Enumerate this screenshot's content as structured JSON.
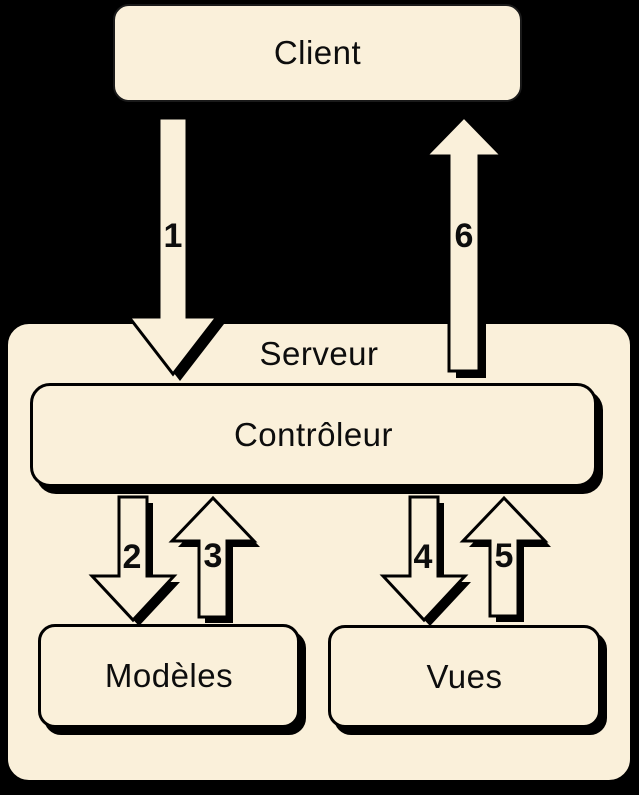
{
  "diagram": {
    "type": "flow-diagram",
    "colors": {
      "background": "#000000",
      "node_fill": "#FAF0DA",
      "outline": "#000000",
      "text": "#0D0D0D"
    },
    "nodes": {
      "client": {
        "label": "Client"
      },
      "server": {
        "label": "Serveur"
      },
      "controller": {
        "label": "Contrôleur"
      },
      "models": {
        "label": "Modèles"
      },
      "views": {
        "label": "Vues"
      }
    },
    "arrows": {
      "a1": {
        "label": "1",
        "from": "Client",
        "to": "Contrôleur",
        "direction": "down"
      },
      "a2": {
        "label": "2",
        "from": "Contrôleur",
        "to": "Modèles",
        "direction": "down"
      },
      "a3": {
        "label": "3",
        "from": "Modèles",
        "to": "Contrôleur",
        "direction": "up"
      },
      "a4": {
        "label": "4",
        "from": "Contrôleur",
        "to": "Vues",
        "direction": "down"
      },
      "a5": {
        "label": "5",
        "from": "Vues",
        "to": "Contrôleur",
        "direction": "up"
      },
      "a6": {
        "label": "6",
        "from": "Contrôleur",
        "to": "Client",
        "direction": "up"
      }
    }
  }
}
